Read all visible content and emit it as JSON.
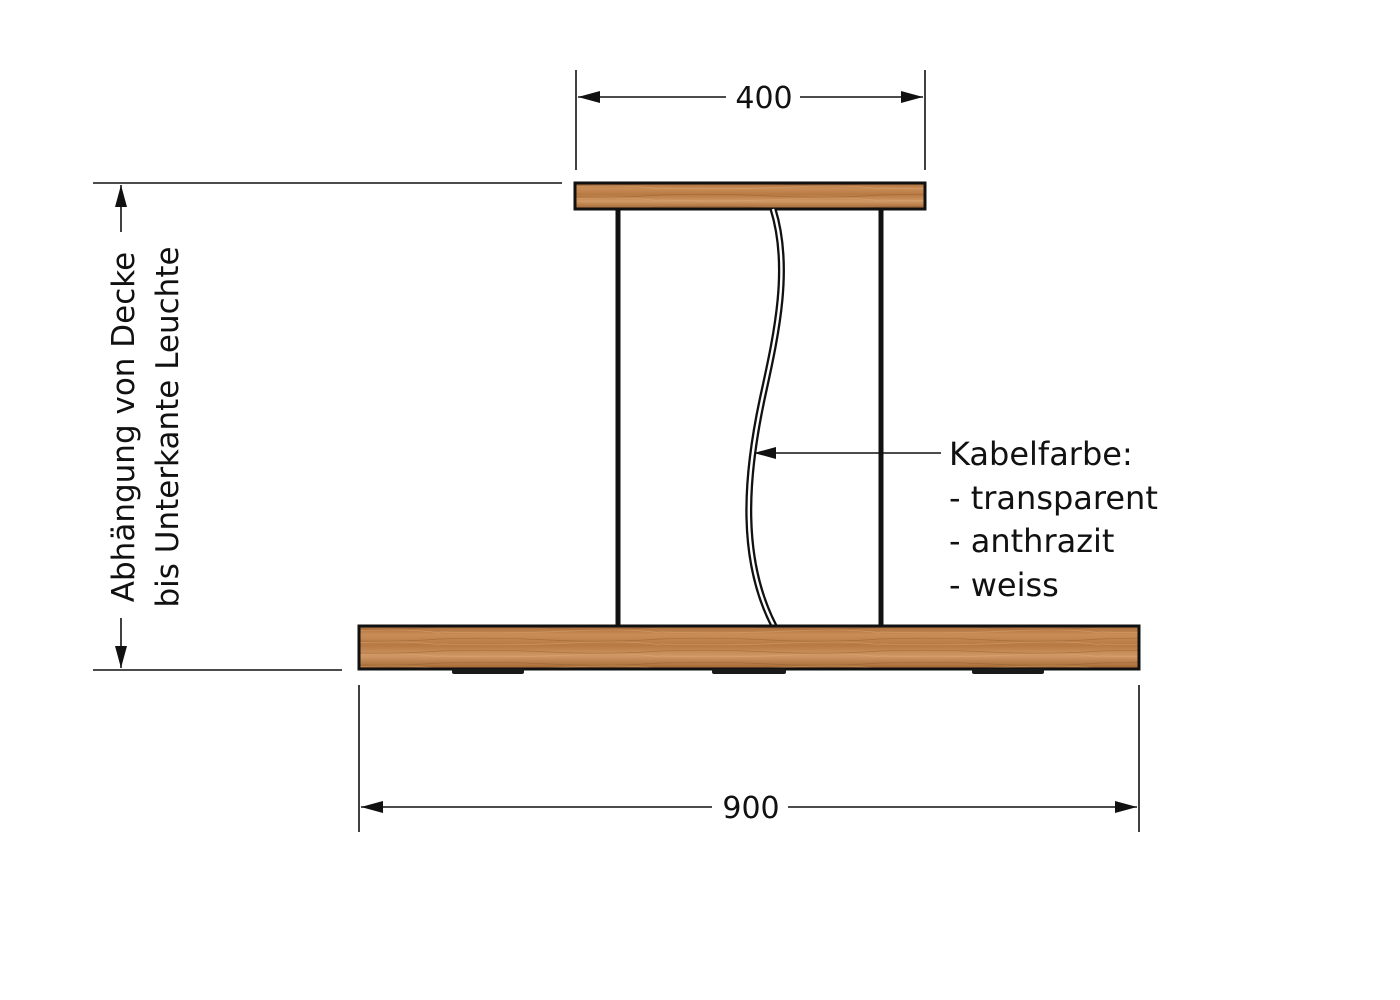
{
  "dimensions": {
    "canopy_width": "400",
    "lamp_length": "900"
  },
  "suspension_label": {
    "line1": "Abhängung von Decke",
    "line2": "bis Unterkante Leuchte"
  },
  "cable_note": {
    "title": "Kabelfarbe:",
    "options": [
      "- transparent",
      "- anthrazit",
      "- weiss"
    ]
  },
  "colors": {
    "wood_base": "#b97a45",
    "wood_light": "#cf9560",
    "wood_dark": "#9a6232",
    "ink": "#111111"
  }
}
